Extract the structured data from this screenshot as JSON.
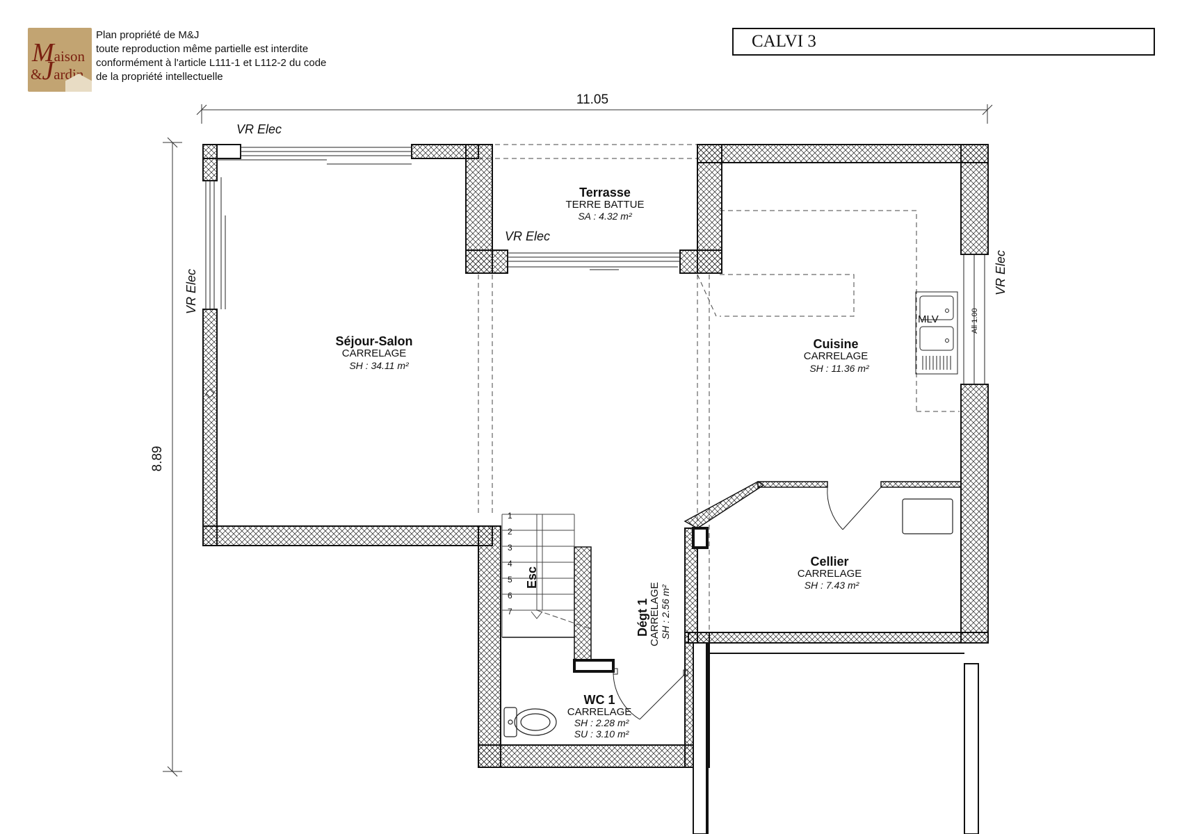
{
  "header": {
    "logo": {
      "line1": "Maison",
      "line2": "&Jardin"
    },
    "copyright": [
      "Plan propriété de M&J",
      "toute reproduction même partielle est interdite",
      "conformément à l'article L111-1 et L112-2 du code",
      "de la propriété intellectuelle"
    ],
    "plan_title": "CALVI 3"
  },
  "dimensions": {
    "width": "11.05",
    "depth": "8.89"
  },
  "labels": {
    "vr_elec": "VR Elec",
    "mlv": "MLV",
    "allege": "All 1.00",
    "stair_steps": [
      "1",
      "2",
      "3",
      "4",
      "5",
      "6",
      "7"
    ]
  },
  "rooms": {
    "terrasse": {
      "name": "Terrasse",
      "floor": "TERRE BATTUE",
      "area": "SA : 4.32 m²"
    },
    "sejour": {
      "name": "Séjour-Salon",
      "floor": "CARRELAGE",
      "area": "SH : 34.11 m²"
    },
    "cuisine": {
      "name": "Cuisine",
      "floor": "CARRELAGE",
      "area": "SH : 11.36 m²"
    },
    "cellier": {
      "name": "Cellier",
      "floor": "CARRELAGE",
      "area": "SH : 7.43 m²"
    },
    "esc": {
      "name": "Esc"
    },
    "degt": {
      "name": "Dégt 1",
      "floor": "CARRELAGE",
      "area": "SH : 2.56 m²"
    },
    "wc": {
      "name": "WC 1",
      "floor": "CARRELAGE",
      "area": "SH : 2.28 m²",
      "area2": "SU : 3.10 m²"
    }
  },
  "colors": {
    "wall": "#111111",
    "logo_bg": "#c2a472",
    "logo_text": "#7a2010"
  }
}
